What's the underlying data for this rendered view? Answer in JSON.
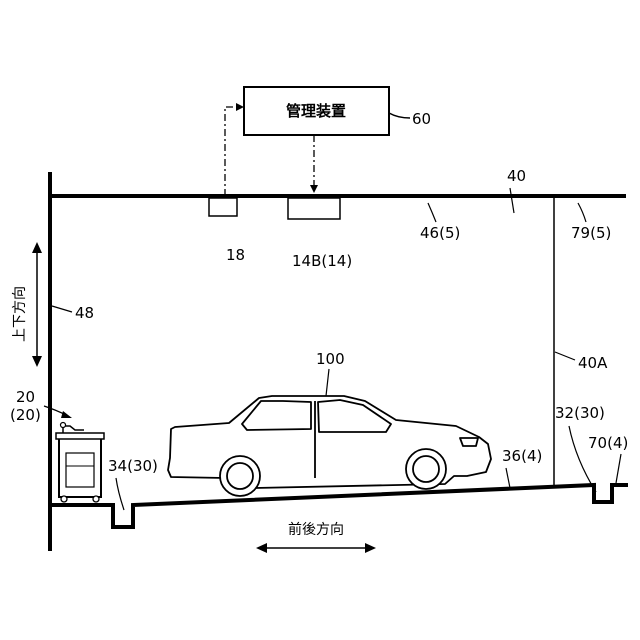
{
  "management_device": {
    "text": "管理装置",
    "ref": "60"
  },
  "labels": {
    "ceiling": "40",
    "ceiling_sub": "46(5)",
    "ceiling_right": "79(5)",
    "sensor_18": "18",
    "sensor_14b": "14B(14)",
    "wall": "48",
    "partition": "40A",
    "vehicle": "100",
    "robot": "20",
    "robot_sub": "(20)",
    "pit_left": "34(30)",
    "pit_right": "32(30)",
    "floor": "36(4)",
    "floor_right": "70(4)"
  },
  "directions": {
    "vertical": "上下方向",
    "front_back": "前後方向"
  }
}
